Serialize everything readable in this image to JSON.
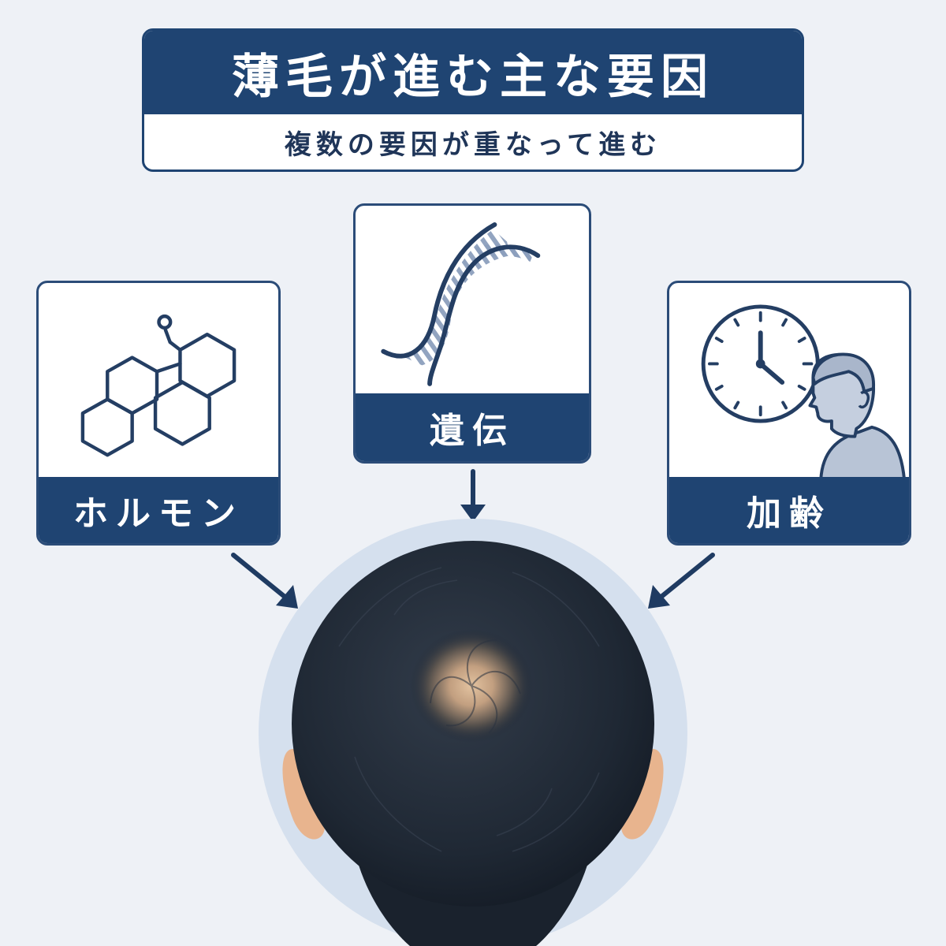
{
  "header": {
    "title": "薄毛が進む主な要因",
    "subtitle": "複数の要因が重なって進む"
  },
  "factors": [
    {
      "label": "ホルモン",
      "icon": "hormone-molecule-icon"
    },
    {
      "label": "遺伝",
      "icon": "dna-helix-icon"
    },
    {
      "label": "加齢",
      "icon": "clock-aging-person-icon"
    }
  ],
  "colors": {
    "navy": "#1f4472",
    "background": "#eef1f6",
    "halo": "#d5e0ee",
    "hair": "#1e2734",
    "skin": "#e8b48e"
  }
}
